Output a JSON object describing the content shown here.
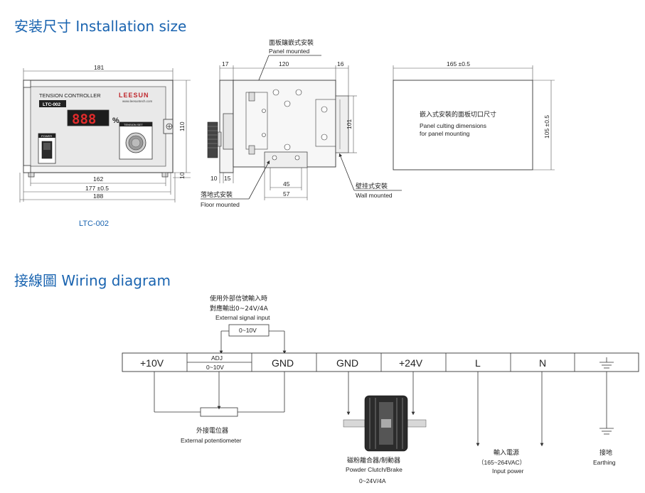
{
  "sections": {
    "installation_title": "安装尺寸 Installation size",
    "wiring_title": "接線圖 Wiring diagram"
  },
  "controller": {
    "title": "TENSION CONTROLLER",
    "model_badge": "LTC-002",
    "brand": "LEESUN",
    "website": "www.leesuntech.com",
    "display": "888",
    "unit": "%",
    "power_label": "POWER",
    "knob_label": "TENSION SET",
    "model_caption": "LTC-002"
  },
  "front_dims": {
    "top": "181",
    "right_height": "110",
    "right_small": "10",
    "bottom_1": "162",
    "bottom_2": "177 ±0.5",
    "bottom_3": "188"
  },
  "side_dims": {
    "d17": "17",
    "d120": "120",
    "d16": "16",
    "d101": "101",
    "d10": "10",
    "d15": "15",
    "d45": "45",
    "d57": "57",
    "panel_cn": "面板鑲嵌式安裝",
    "panel_en": "Panel mounted",
    "floor_cn": "落地式安裝",
    "floor_en": "Floor mounted",
    "wall_cn": "壁挂式安裝",
    "wall_en": "Wall mounted"
  },
  "cutout": {
    "width": "165 ±0.5",
    "height": "105 ±0.5",
    "cn": "嵌入式安裝的面板切口尺寸",
    "en_1": "Panel culting dimensions",
    "en_2": "for panel mounting"
  },
  "wiring": {
    "signal_cn_1": "使用外部信號輸入時",
    "signal_cn_2": "對應輸出0~24V/4A",
    "signal_en": "External signal input",
    "signal_box": "0~10V",
    "terminals": [
      "+10V",
      "ADJ",
      "0~10V",
      "GND",
      "GND",
      "+24V",
      "L",
      "N"
    ],
    "pot_cn": "外接電位器",
    "pot_en": "External potentiometer",
    "clutch_cn": "磁粉離合器/制動器",
    "clutch_en": "Powder Clutch/Brake",
    "clutch_out": "0~24V/4A",
    "power_cn": "輸入電源",
    "power_range": "（165~264VAC）",
    "power_en": "Input power",
    "earth_cn": "接地",
    "earth_en": "Earthing"
  }
}
